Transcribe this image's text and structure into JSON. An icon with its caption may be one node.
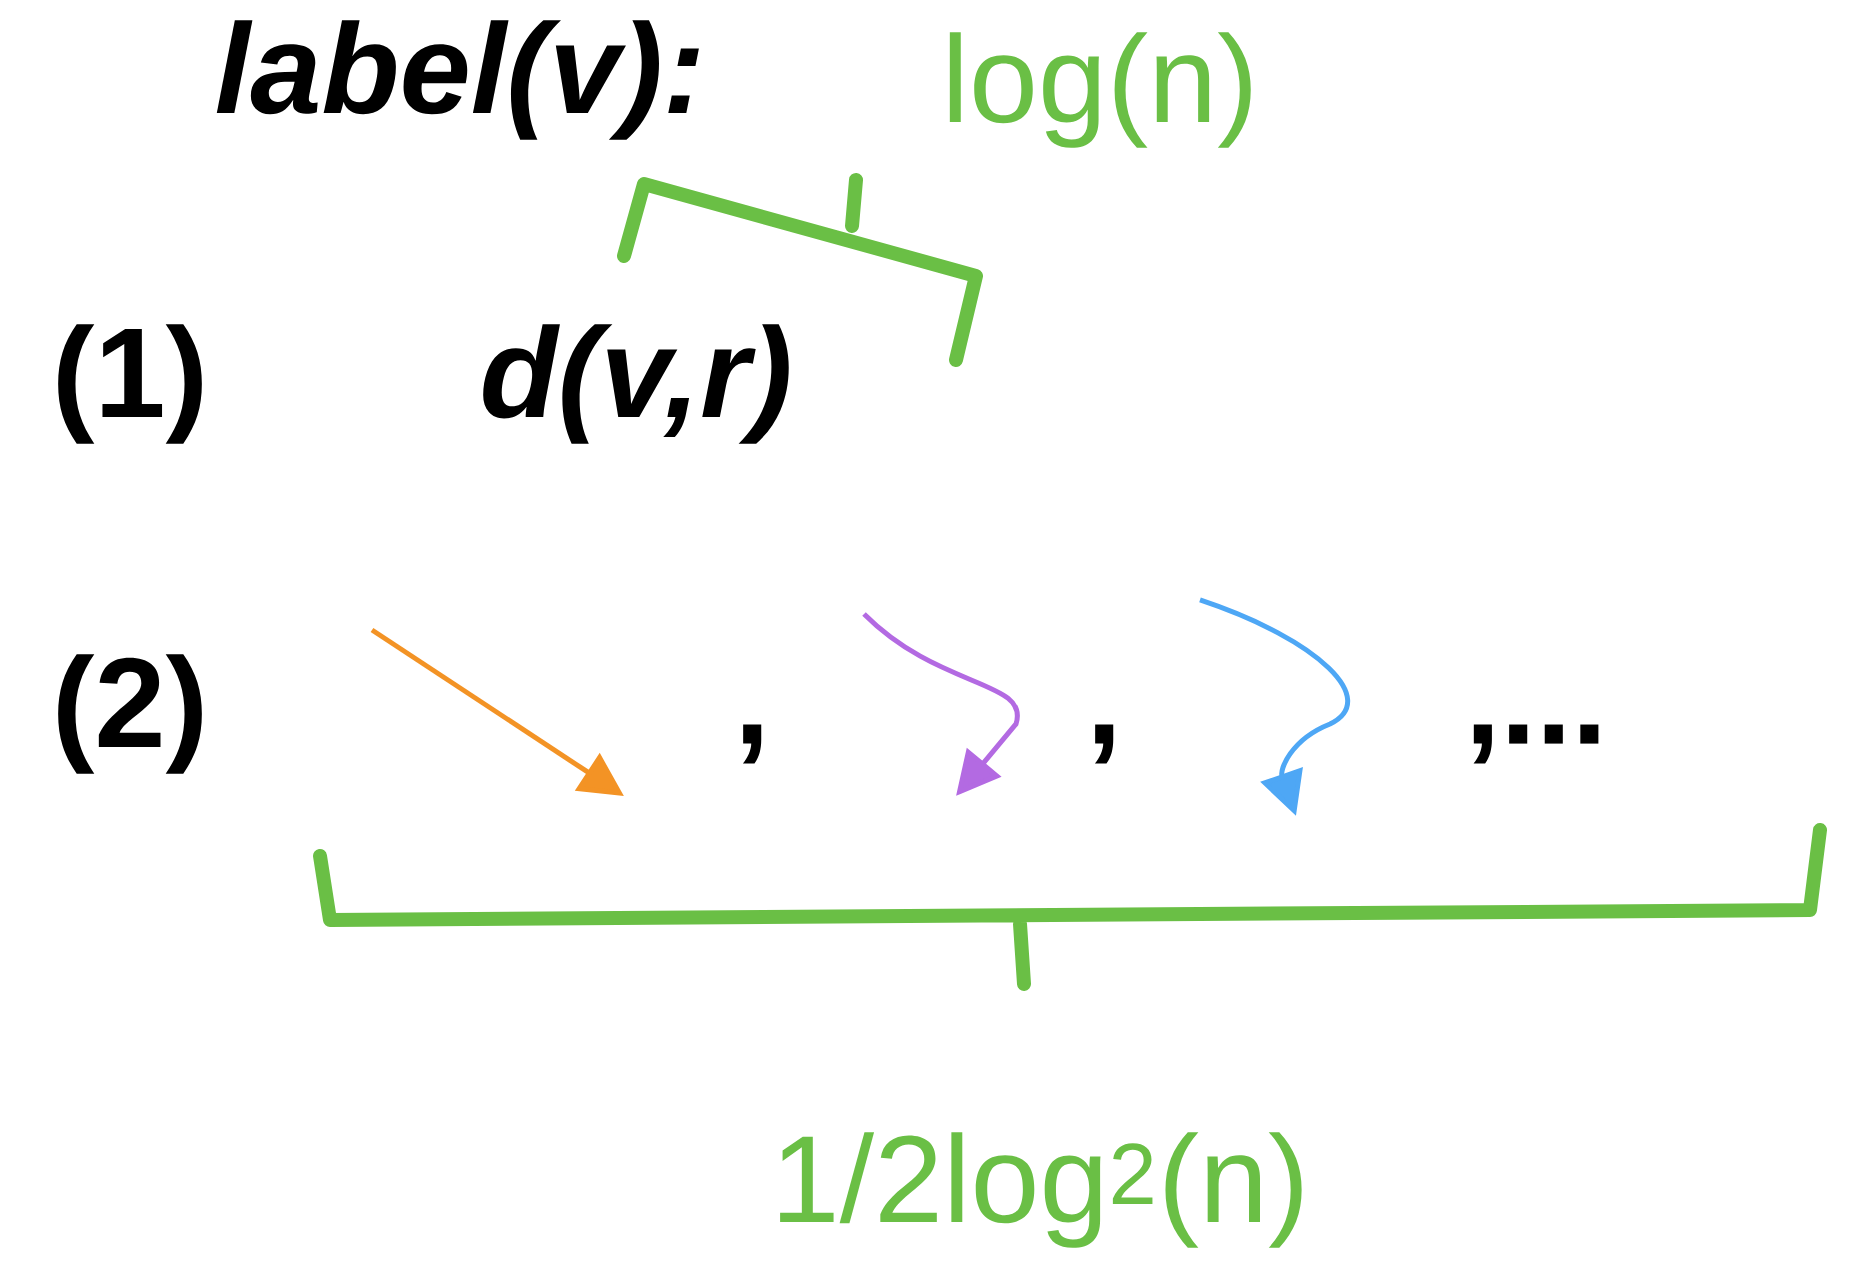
{
  "diagram": {
    "title": "label(v):",
    "labels": [
      "log(n)",
      "(1)",
      "d(v,r)",
      "(2)",
      ",",
      ",",
      ",...",
      "1/2log$^{2}$(n)"
    ]
  }
}
